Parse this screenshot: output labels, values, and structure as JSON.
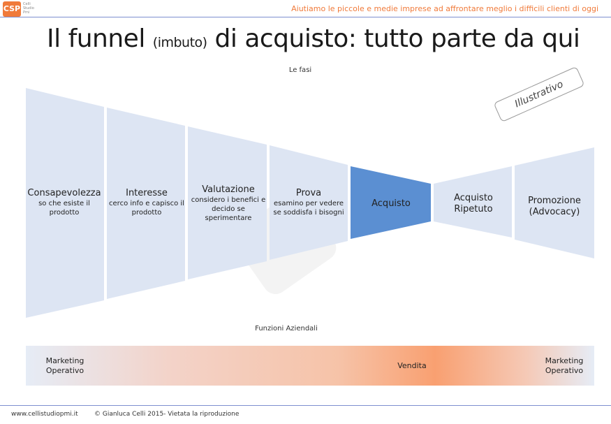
{
  "header": {
    "logo_text": "CSP",
    "logo_sub": "Celli Studio Pmi",
    "tagline": "Aiutiamo le piccole e medie imprese ad affrontare meglio i difficili clienti di oggi"
  },
  "title": {
    "main_a": "Il funnel ",
    "main_small": "(imbuto)",
    "main_b": " di acquisto: tutto parte da qui"
  },
  "phases_label": "Le fasi",
  "badge": "Illustrativo",
  "stages": [
    {
      "title": "Consapevolezza",
      "desc": "so che esiste il prodotto"
    },
    {
      "title": "Interesse",
      "desc": "cerco info e capisco il prodotto"
    },
    {
      "title": "Valutazione",
      "desc": "considero i benefici e decido se sperimentare"
    },
    {
      "title": "Prova",
      "desc": "esamino per vedere se soddisfa i bisogni"
    },
    {
      "title": "Acquisto",
      "desc": ""
    },
    {
      "title": "Acquisto Ripetuto",
      "desc": ""
    },
    {
      "title": "Promozione (Advocacy)",
      "desc": ""
    }
  ],
  "functions_label": "Funzioni Aziendali",
  "functions": {
    "left": "Marketing Operativo",
    "center": "Vendita",
    "right": "Marketing Operativo"
  },
  "footer": {
    "site": "www.cellistudiopmi.it",
    "copyright": "© Gianluca Celli 2015- Vietata la riproduzione"
  },
  "colors": {
    "accent_orange": "#f07a3a",
    "funnel_light": "#dde5f3",
    "funnel_active": "#5b8fd2"
  },
  "active_stage": "Acquisto"
}
